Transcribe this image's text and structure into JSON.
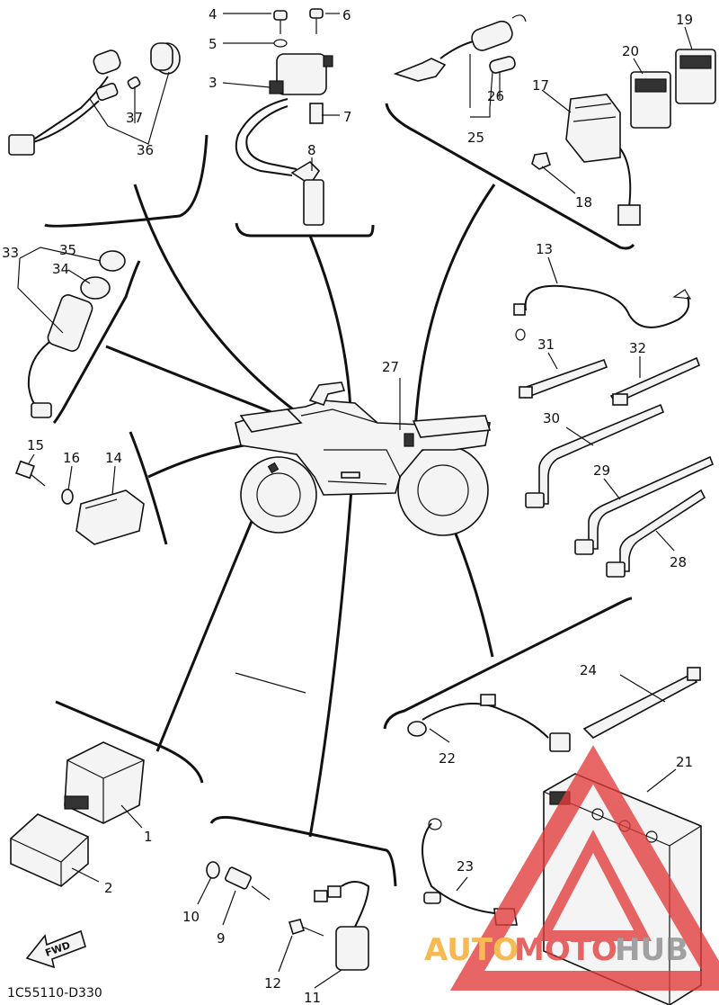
{
  "diagram": {
    "part_labels": {
      "p1": "1",
      "p2": "2",
      "p3": "3",
      "p4": "4",
      "p5": "5",
      "p6": "6",
      "p7": "7",
      "p8": "8",
      "p9": "9",
      "p10": "10",
      "p11": "11",
      "p12": "12",
      "p13": "13",
      "p14": "14",
      "p15": "15",
      "p16": "16",
      "p17": "17",
      "p18": "18",
      "p19": "19",
      "p20": "20",
      "p21": "21",
      "p22": "22",
      "p23": "23",
      "p24": "24",
      "p25": "25",
      "p26": "26",
      "p27": "27",
      "p28": "28",
      "p29": "29",
      "p30": "30",
      "p31": "31",
      "p32": "32",
      "p33": "33",
      "p34": "34",
      "p35": "35",
      "p36": "36",
      "p37": "37"
    },
    "fwd_label": "FWD",
    "diagram_code": "1C55110-D330"
  },
  "watermark": {
    "text_auto": "AUTO",
    "text_moto": "MOTO",
    "text_hub": "HUB",
    "color_red": "#e23b3b",
    "color_orange": "#f5a623",
    "color_gray": "#8a8a8a"
  }
}
